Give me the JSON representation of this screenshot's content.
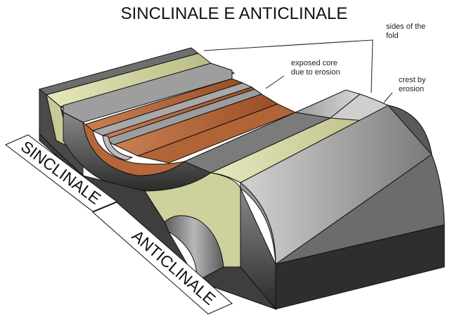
{
  "diagram": {
    "title": "SINCLINALE E ANTICLINALE",
    "labels": {
      "sides_line1": "sides of the",
      "sides_line2": "fold",
      "core_line1": "exposed core",
      "core_line2": "due to erosion",
      "crest_line1": "crest by",
      "crest_line2": "erosion"
    },
    "bands": {
      "syncline": "SINCLINALE",
      "anticline": "ANTICLINALE"
    },
    "colors": {
      "gray_dark": "#3c3c3c",
      "gray_mid": "#8a8a8a",
      "gray_light": "#c6c6c6",
      "sandstone": "#d6d8a6",
      "clay": "#b5673a",
      "outline": "#111111"
    }
  }
}
